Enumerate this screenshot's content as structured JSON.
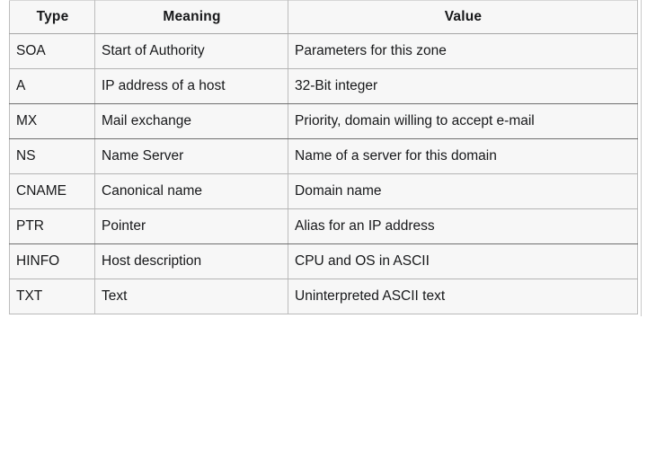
{
  "table": {
    "name": "dns-resource-record-types",
    "columns": [
      "Type",
      "Meaning",
      "Value"
    ],
    "rows": [
      {
        "type": "SOA",
        "meaning": "Start of Authority",
        "value": "Parameters for this zone"
      },
      {
        "type": "A",
        "meaning": "IP address of a host",
        "value": "32-Bit integer"
      },
      {
        "type": "MX",
        "meaning": "Mail exchange",
        "value": "Priority, domain willing to accept e-mail"
      },
      {
        "type": "NS",
        "meaning": "Name Server",
        "value": "Name of a server for this domain"
      },
      {
        "type": "CNAME",
        "meaning": "Canonical name",
        "value": "Domain name"
      },
      {
        "type": "PTR",
        "meaning": "Pointer",
        "value": "Alias for an IP address"
      },
      {
        "type": "HINFO",
        "meaning": "Host description",
        "value": "CPU and OS in ASCII"
      },
      {
        "type": "TXT",
        "meaning": "Text",
        "value": "Uninterpreted ASCII text"
      }
    ]
  },
  "colors": {
    "page_background": "#ffffff",
    "table_background": "#f7f7f7",
    "text": "#17181a",
    "border": "#9a9a9a",
    "border_light": "#bdbdbd"
  }
}
